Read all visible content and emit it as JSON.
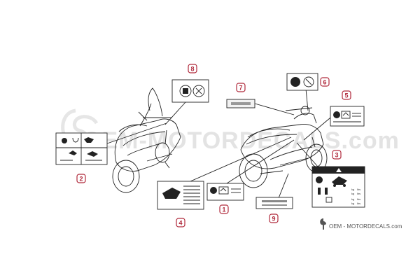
{
  "watermark": {
    "text": "OEM-MOTORDECALS.com",
    "icon": "helmet-logo-icon"
  },
  "brand": {
    "text": "OEM - MOTORDECALS.com",
    "icon": "helmet-logo-icon"
  },
  "callouts": [
    {
      "number": "1"
    },
    {
      "number": "2"
    },
    {
      "number": "3"
    },
    {
      "number": "4"
    },
    {
      "number": "5"
    },
    {
      "number": "6"
    },
    {
      "number": "7"
    },
    {
      "number": "8"
    },
    {
      "number": "9"
    }
  ],
  "label_3_table": {
    "rows": [
      {
        "unit": "kg",
        "unit2": "lbs"
      },
      {
        "unit": "kg",
        "unit2": "lbs"
      },
      {
        "unit": "kg",
        "unit2": "lbs"
      },
      {
        "unit": "kg",
        "unit2": "lbs"
      }
    ]
  },
  "colors": {
    "callout_accent": "#b02a3c",
    "line_art": "#222222",
    "watermark": "#e3e3e3"
  }
}
